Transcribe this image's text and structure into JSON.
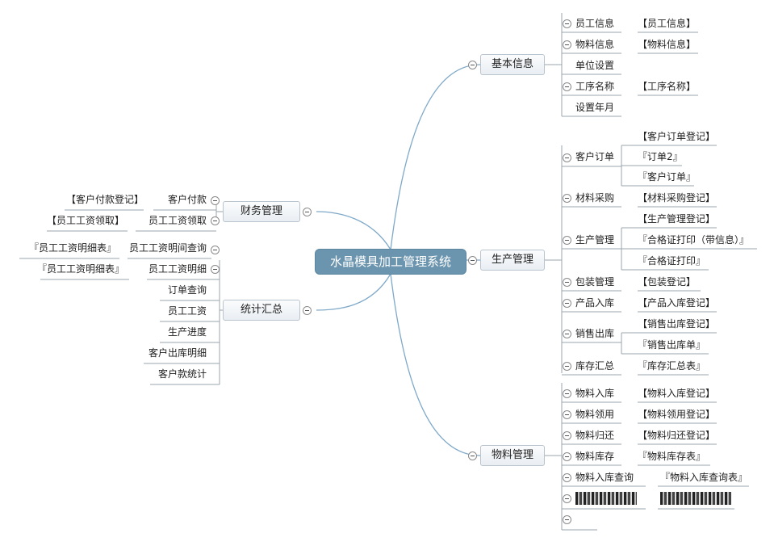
{
  "root": "水晶模具加工管理系统",
  "basic": {
    "title": "基本信息",
    "items": [
      {
        "label": "员工信息",
        "form": "【员工信息】"
      },
      {
        "label": "物料信息",
        "form": "【物料信息】"
      },
      {
        "label": "单位设置"
      },
      {
        "label": "工序名称",
        "form": "【工序名称】"
      },
      {
        "label": "设置年月"
      }
    ]
  },
  "production": {
    "title": "生产管理",
    "order": {
      "label": "客户订单",
      "forms": [
        "【客户订单登记】",
        "『订单2』",
        "『客户订单』"
      ]
    },
    "purchase": {
      "label": "材料采购",
      "form": "【材料采购登记】"
    },
    "manage": {
      "label": "生产管理",
      "forms": [
        "【生产管理登记】",
        "『合格证打印（带信息）』",
        "『合格证打印』"
      ]
    },
    "pack": {
      "label": "包装管理",
      "form": "【包装登记】"
    },
    "inbound": {
      "label": "产品入库",
      "form": "【产品入库登记】"
    },
    "sales": {
      "label": "销售出库",
      "forms": [
        "【销售出库登记】",
        "『销售出库单』"
      ]
    },
    "stock": {
      "label": "库存汇总",
      "form": "『库存汇总表』"
    }
  },
  "material": {
    "title": "物料管理",
    "items": [
      {
        "label": "物料入库",
        "form": "【物料入库登记】"
      },
      {
        "label": "物料领用",
        "form": "【物料领用登记】"
      },
      {
        "label": "物料归还",
        "form": "【物料归还登记】"
      },
      {
        "label": "物料库存",
        "form": "『物料库存表』"
      },
      {
        "label": "物料入库查询",
        "form": "『物料入库查询表』"
      }
    ]
  },
  "finance": {
    "title": "财务管理",
    "items": [
      {
        "label": "客户付款",
        "form": "【客户付款登记】"
      },
      {
        "label": "员工工资领取",
        "form": "【员工工资领取】"
      }
    ]
  },
  "stats": {
    "title": "统计汇总",
    "items": [
      {
        "label": "员工工资明间查询",
        "form": "『员工工资明细表』"
      },
      {
        "label": "员工工资明细",
        "form": "『员工工资明细表』"
      },
      {
        "label": "订单查询"
      },
      {
        "label": "员工工资"
      },
      {
        "label": "生产进度"
      },
      {
        "label": "客户出库明细"
      },
      {
        "label": "客户款统计"
      }
    ]
  }
}
